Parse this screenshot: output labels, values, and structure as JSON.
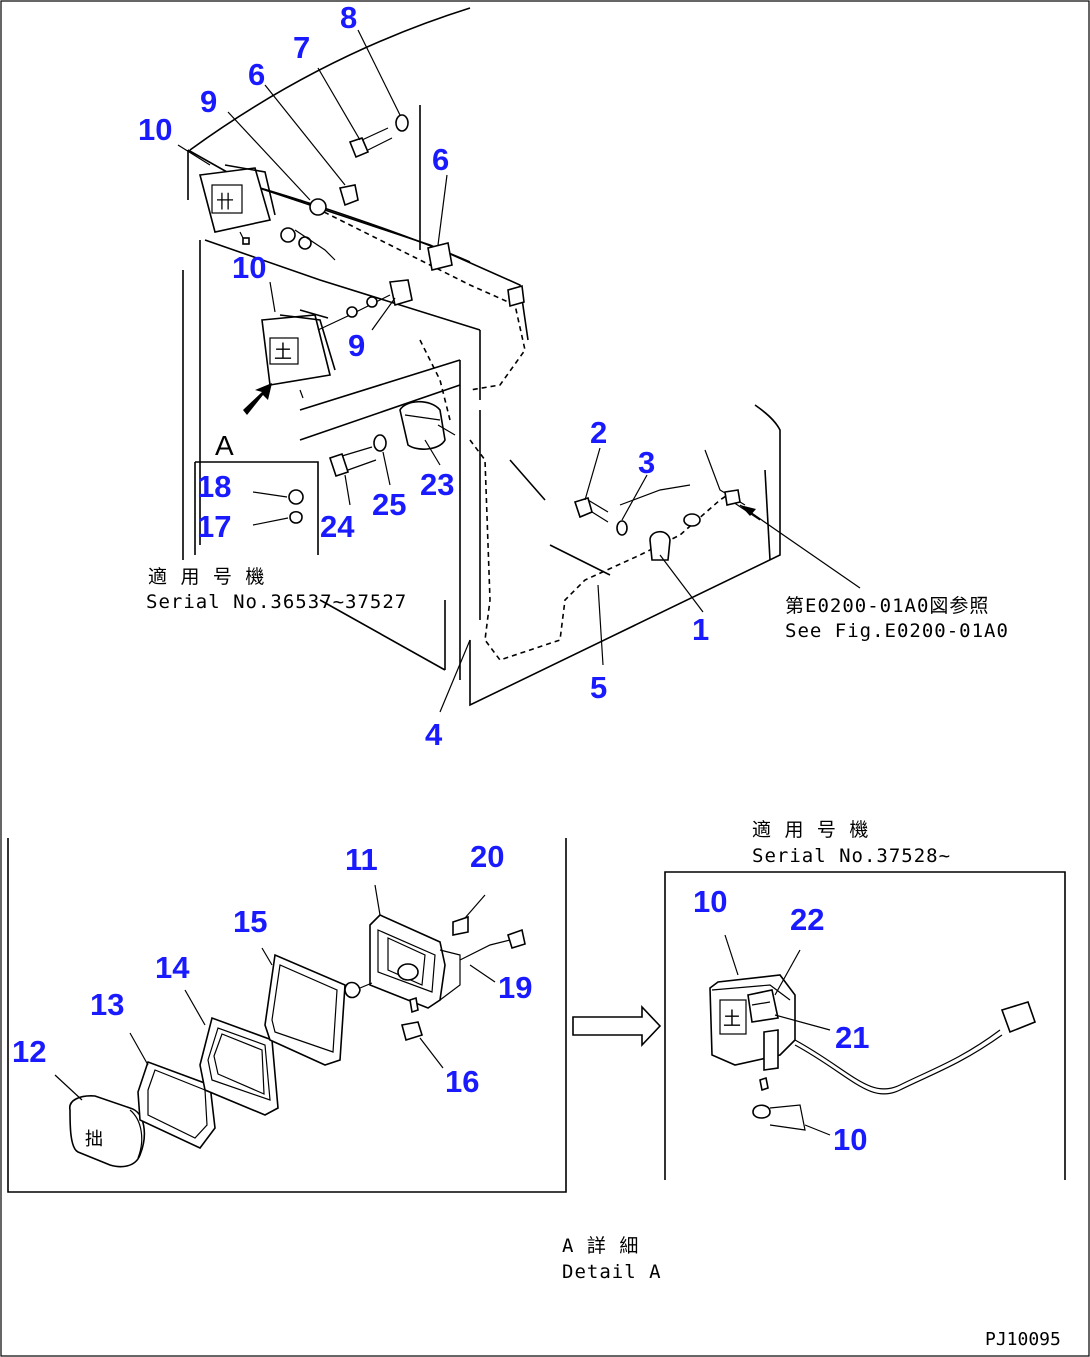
{
  "diagram": {
    "callouts": [
      {
        "id": "c1",
        "label": "1"
      },
      {
        "id": "c2",
        "label": "2"
      },
      {
        "id": "c3",
        "label": "3"
      },
      {
        "id": "c4",
        "label": "4"
      },
      {
        "id": "c5",
        "label": "5"
      },
      {
        "id": "c6a",
        "label": "6"
      },
      {
        "id": "c6b",
        "label": "6"
      },
      {
        "id": "c7",
        "label": "7"
      },
      {
        "id": "c8",
        "label": "8"
      },
      {
        "id": "c9a",
        "label": "9"
      },
      {
        "id": "c9b",
        "label": "9"
      },
      {
        "id": "c10a",
        "label": "10"
      },
      {
        "id": "c10b",
        "label": "10"
      },
      {
        "id": "c10c",
        "label": "10"
      },
      {
        "id": "c10d",
        "label": "10"
      },
      {
        "id": "c11",
        "label": "11"
      },
      {
        "id": "c12",
        "label": "12"
      },
      {
        "id": "c13",
        "label": "13"
      },
      {
        "id": "c14",
        "label": "14"
      },
      {
        "id": "c15",
        "label": "15"
      },
      {
        "id": "c16",
        "label": "16"
      },
      {
        "id": "c17",
        "label": "17"
      },
      {
        "id": "c18",
        "label": "18"
      },
      {
        "id": "c19",
        "label": "19"
      },
      {
        "id": "c20",
        "label": "20"
      },
      {
        "id": "c21",
        "label": "21"
      },
      {
        "id": "c22",
        "label": "22"
      },
      {
        "id": "c23",
        "label": "23"
      },
      {
        "id": "c24",
        "label": "24"
      },
      {
        "id": "c25",
        "label": "25"
      }
    ],
    "view_letter": "A",
    "serial_note_1": {
      "jp": "適 用 号 機",
      "en": "Serial No.36537~37527"
    },
    "serial_note_2": {
      "jp": "適 用 号 機",
      "en": "Serial No.37528~"
    },
    "figure_ref": {
      "jp": "第E0200-01A0図参照",
      "en": "See Fig.E0200-01A0"
    },
    "detail_caption": {
      "jp": "A 詳 細",
      "en": "Detail A"
    },
    "drawing_code": "PJ10095"
  }
}
